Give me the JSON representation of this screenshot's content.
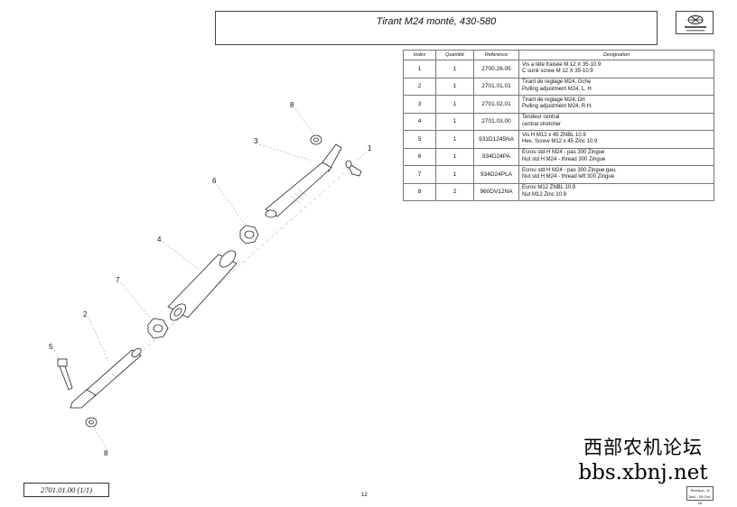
{
  "header": {
    "title": "Tirant M24 monté, 430-580"
  },
  "parts_table": {
    "headers": [
      "Index",
      "Quantité",
      "Reference",
      "Designation"
    ],
    "rows": [
      {
        "index": "1",
        "qty": "1",
        "ref": "2700.26.05",
        "desc_fr": "Vis a tête fraisée M 12 X 35-10.9",
        "desc_en": "C sunk screw M 12 X 35-10.9"
      },
      {
        "index": "2",
        "qty": "1",
        "ref": "2701.01.01",
        "desc_fr": "Tirant de reglage M24, Gche",
        "desc_en": "Pulling adjustment M24, L. H"
      },
      {
        "index": "3",
        "qty": "1",
        "ref": "2701.02.01",
        "desc_fr": "Tirant de reglage M24, Drt",
        "desc_en": "Pulling adjustment M24, R.H."
      },
      {
        "index": "4",
        "qty": "1",
        "ref": "2701.03.00",
        "desc_fr": "Tendeur central",
        "desc_en": "central stretcher"
      },
      {
        "index": "5",
        "qty": "1",
        "ref": "931D1245NA",
        "desc_fr": "Vis H M12 x 45 ZNBL 10.9",
        "desc_en": "Hex. Screw M12 x 45 Zinc 10.9"
      },
      {
        "index": "6",
        "qty": "1",
        "ref": "934D24PA",
        "desc_fr": "Ecrou std H M24 - pas 300 Zingue",
        "desc_en": "Nut std H M24 - thread 300 Zingue"
      },
      {
        "index": "7",
        "qty": "1",
        "ref": "934D24PLA",
        "desc_fr": "Ecrou std H M24 - pas 300 Zingue gau.",
        "desc_en": "Nut std H M24 - thread left 300 Zingue"
      },
      {
        "index": "8",
        "qty": "2",
        "ref": "960DV12NA",
        "desc_fr": "Ecrou M12 ZNBL 10.9",
        "desc_en": "Nut M12 Zinc 10.9"
      }
    ]
  },
  "callouts": {
    "c1": "1",
    "c2": "2",
    "c3": "3",
    "c4": "4",
    "c5": "5",
    "c6": "6",
    "c7": "7",
    "c8a": "8",
    "c8b": "8"
  },
  "footer": {
    "drawing_code": "2701.01.00  (1/1)",
    "page_number": "12",
    "revision": "Revision : A",
    "maj": "MaJ : 25-Oct-16"
  },
  "watermark": {
    "chinese": "西部农机论坛",
    "url": "bbs.xbnj.net"
  }
}
